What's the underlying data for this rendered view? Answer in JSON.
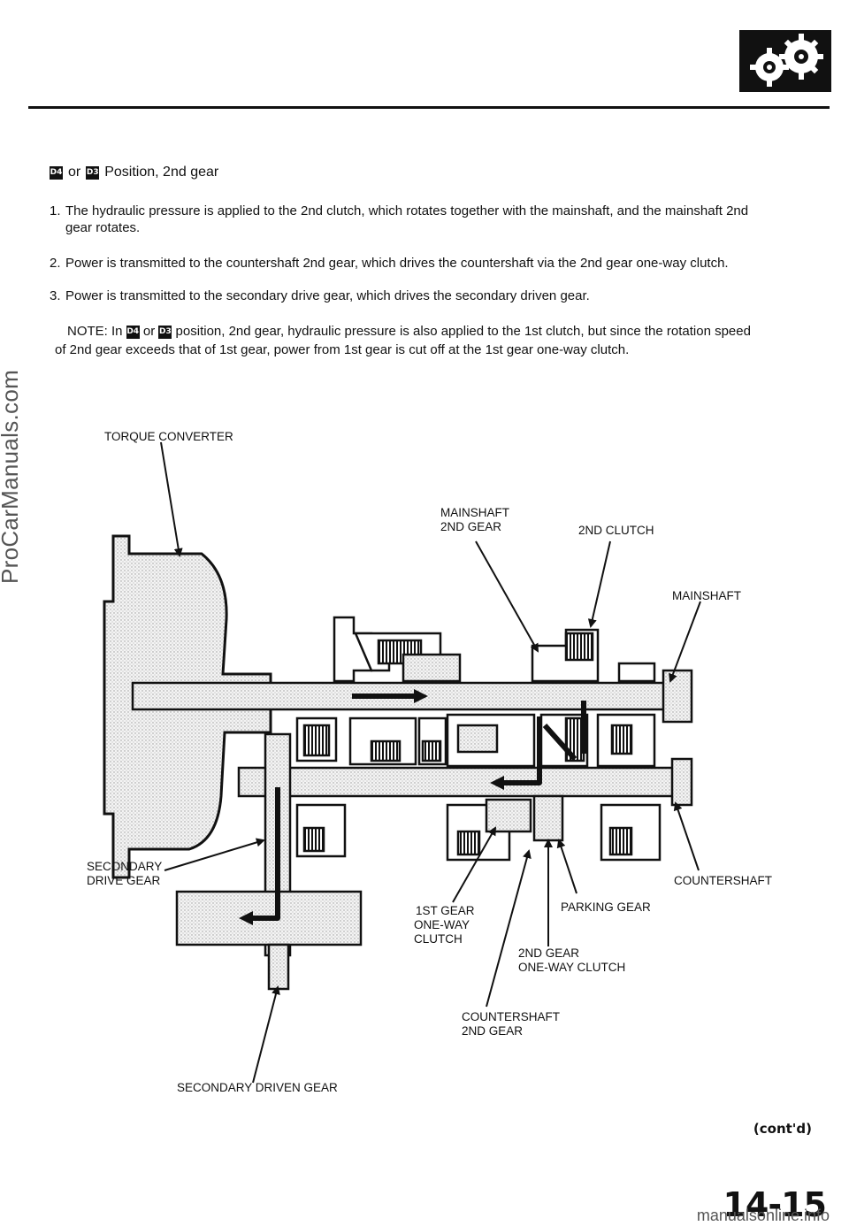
{
  "watermark_side": "ProCarManuals.com",
  "watermark_footer": "manualsonline.info",
  "section": {
    "icon_d4": "D4",
    "icon_d3": "D3",
    "or": "or",
    "title": "Position, 2nd gear"
  },
  "steps": [
    {
      "num": "1.",
      "text": "The hydraulic pressure is applied to the 2nd clutch, which rotates together with the mainshaft, and the mainshaft 2nd",
      "cont": "gear rotates."
    },
    {
      "num": "2.",
      "text": "Power is transmitted to the countershaft 2nd gear, which drives the countershaft via the 2nd gear one-way clutch."
    },
    {
      "num": "3.",
      "text": "Power is transmitted to the secondary drive gear, which drives the secondary driven gear."
    }
  ],
  "note": {
    "prefix": "NOTE: In",
    "or": "or",
    "text": "position, 2nd gear, hydraulic pressure is also applied to the 1st clutch, but since the rotation speed",
    "cont": "of 2nd gear exceeds that of 1st gear, power from 1st gear is cut off at the 1st gear one-way clutch."
  },
  "labels": {
    "torque_converter": "TORQUE CONVERTER",
    "mainshaft_2nd_gear_1": "MAINSHAFT",
    "mainshaft_2nd_gear_2": "2ND GEAR",
    "second_clutch": "2ND CLUTCH",
    "mainshaft": "MAINSHAFT",
    "secondary_drive_gear_1": "SECONDARY",
    "secondary_drive_gear_2": "DRIVE GEAR",
    "countershaft": "COUNTERSHAFT",
    "first_gear_owc_1": "1ST GEAR",
    "first_gear_owc_2": "ONE-WAY",
    "first_gear_owc_3": "CLUTCH",
    "parking_gear": "PARKING GEAR",
    "second_gear_owc_1": "2ND GEAR",
    "second_gear_owc_2": "ONE-WAY CLUTCH",
    "countershaft_2nd_gear_1": "COUNTERSHAFT",
    "countershaft_2nd_gear_2": "2ND GEAR",
    "secondary_driven_gear": "SECONDARY DRIVEN GEAR"
  },
  "contd": "(cont'd)",
  "page_number": "14-15"
}
